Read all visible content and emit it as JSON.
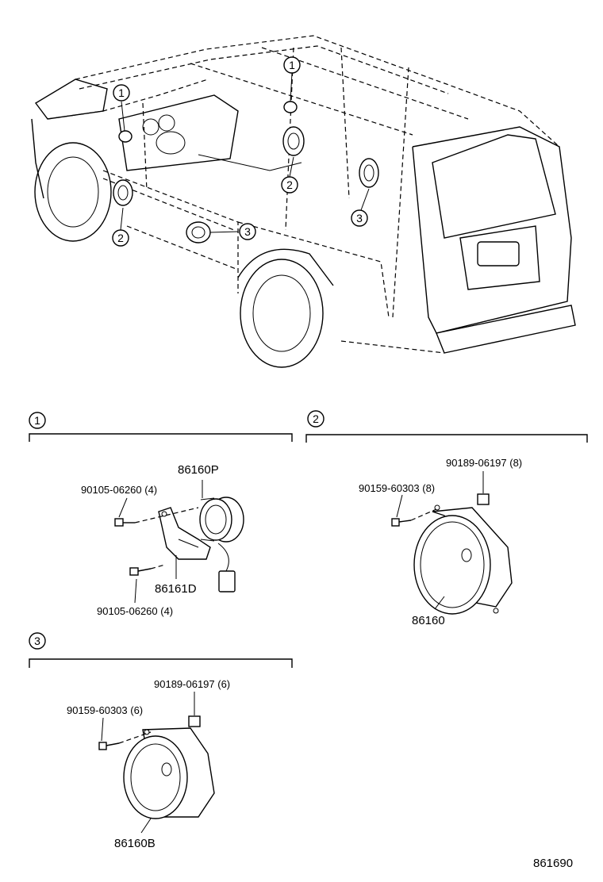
{
  "callouts": {
    "front_tweeter": "1",
    "front_door_speaker": "2",
    "rear_door_speaker": "3"
  },
  "sections": [
    {
      "id": "1",
      "parts": {
        "speaker": "86160P",
        "bracket": "86161D",
        "screw_top": "90105-06260 (4)",
        "screw_bottom": "90105-06260 (4)"
      }
    },
    {
      "id": "2",
      "parts": {
        "speaker": "86160",
        "nut": "90189-06197 (8)",
        "screw": "90159-60303 (8)"
      }
    },
    {
      "id": "3",
      "parts": {
        "speaker": "86160B",
        "nut": "90189-06197 (6)",
        "screw": "90159-60303 (6)"
      }
    }
  ],
  "diagram_code": "861690"
}
